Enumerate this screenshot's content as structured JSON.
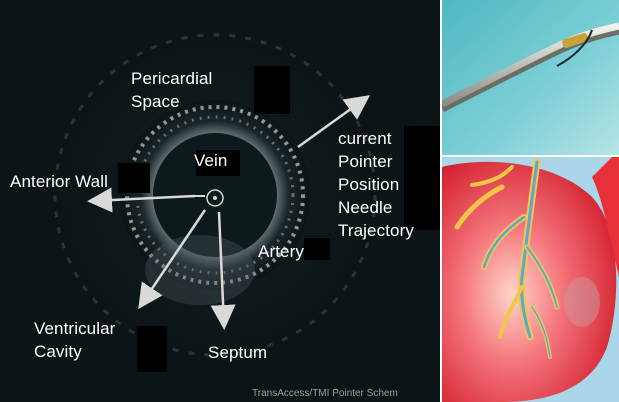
{
  "figure": {
    "labels": {
      "pericardial_space_line1": "Pericardial",
      "pericardial_space_line2": "Space",
      "vein": "Vein",
      "anterior_wall": "Anterior Wall",
      "current_pointer_line1": "current",
      "current_pointer_line2": "Pointer",
      "current_pointer_line3": "Position",
      "needle_trajectory_line1": "Needle",
      "needle_trajectory_line2": "Trajectory",
      "artery": "Artery",
      "ventricular_cavity_line1": "Ventricular",
      "ventricular_cavity_line2": "Cavity",
      "septum": "Septum"
    },
    "caption": "TransAccess/TMI Pointer Schem",
    "panels": {
      "ultrasound": "intravascular-ultrasound-image",
      "catheter": "catheter-tip-photo",
      "heart": "heart-coronary-illustration"
    },
    "colors": {
      "ultrasound_bg": "#0b1416",
      "arrow": "#d9d9d9",
      "catheter_bg": "#5fbfc8",
      "heart_bg": "#a9d6e8",
      "heart_red": "#e8303a",
      "vessel_yellow": "#f3c64a",
      "vessel_blue": "#5aa7d8"
    }
  }
}
